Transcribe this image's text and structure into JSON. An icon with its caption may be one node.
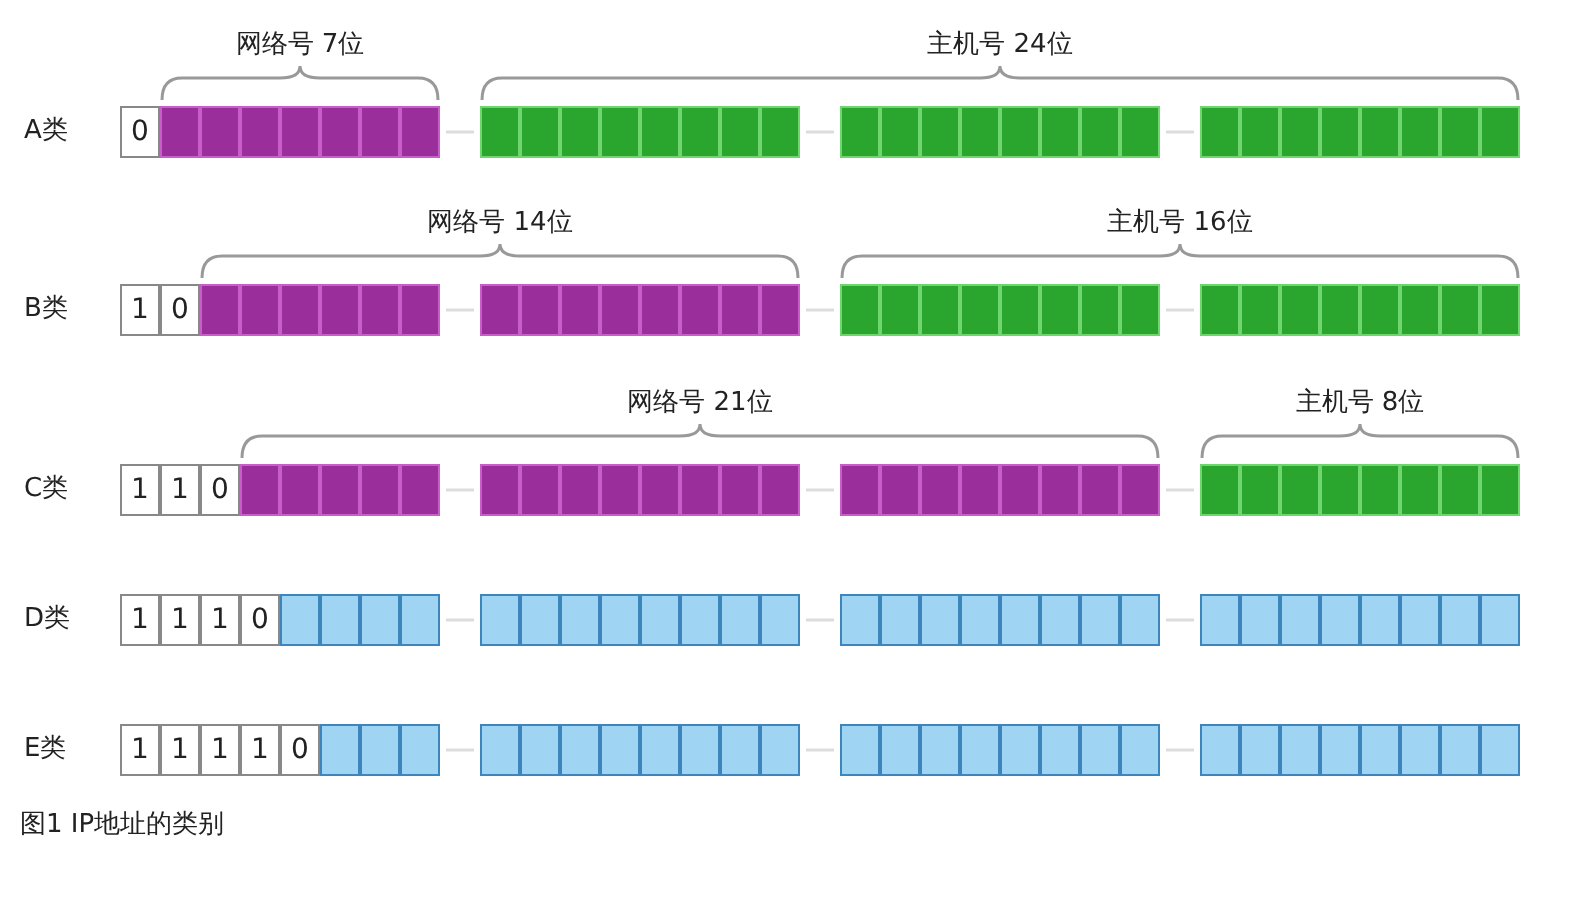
{
  "diagram": {
    "caption": "图1 IP地址的类别",
    "labels": [
      "网络号 7位",
      "主机号 24位",
      "A类",
      "0",
      "网络号 14位",
      "主机号 16位",
      "B类",
      "1",
      "0",
      "网络号 21位",
      "主机号 8位",
      "C类",
      "1",
      "1",
      "0",
      "D类",
      "1",
      "1",
      "1",
      "0",
      "E类",
      "1",
      "1",
      "1",
      "1",
      "0"
    ]
  }
}
